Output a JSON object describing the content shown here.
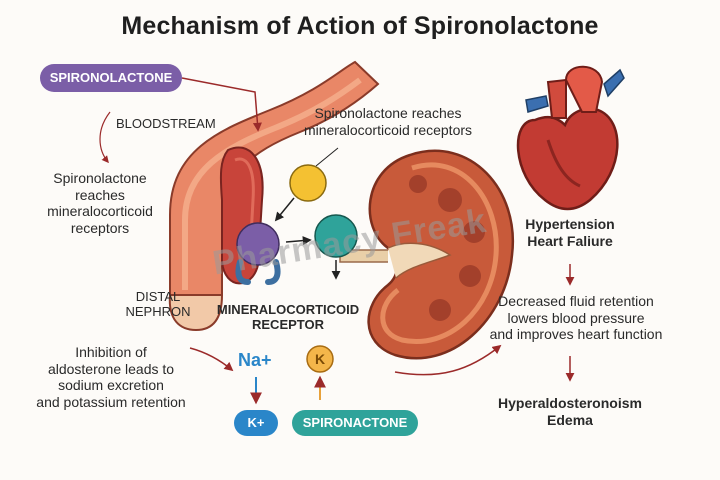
{
  "title": "Mechanism of Action of Spironolactone",
  "labels": {
    "drug_pill": "SPIRONOLACTONE",
    "bloodstream": "BLOODSTREAM",
    "reaches_left": [
      "Spironolactone",
      "reaches",
      "mineralocorticoid",
      "receptors"
    ],
    "reaches_top": [
      "Spironolactone reaches",
      "mineralocorticoid receptors"
    ],
    "distal_nephron": [
      "DISTAL",
      "NEPHRON"
    ],
    "receptor": [
      "MINERALOCORTICOID",
      "RECEPTOR"
    ],
    "inhibition": [
      "Inhibition of",
      "aldosterone leads to",
      "sodium excretion",
      "and potassium retention"
    ],
    "na": "Na+",
    "k_circle": "K",
    "k_pill": "K+",
    "drug_pill_bottom": "SPIRONACTONE",
    "hypertension": [
      "Hypertension",
      "Heart Faliure"
    ],
    "decreased": [
      "Decreased fluid retention",
      "lowers blood pressure",
      "and improves heart function"
    ],
    "hyperaldo": [
      "Hyperaldosteronoism",
      "Edema"
    ],
    "watermark": "Pharmacy Freak"
  },
  "colors": {
    "purple": "#7b5ea7",
    "teal": "#2fa39a",
    "yellow": "#f4c132",
    "red": "#b7312c",
    "blue": "#2a86c9",
    "orange": "#e8a13a"
  }
}
